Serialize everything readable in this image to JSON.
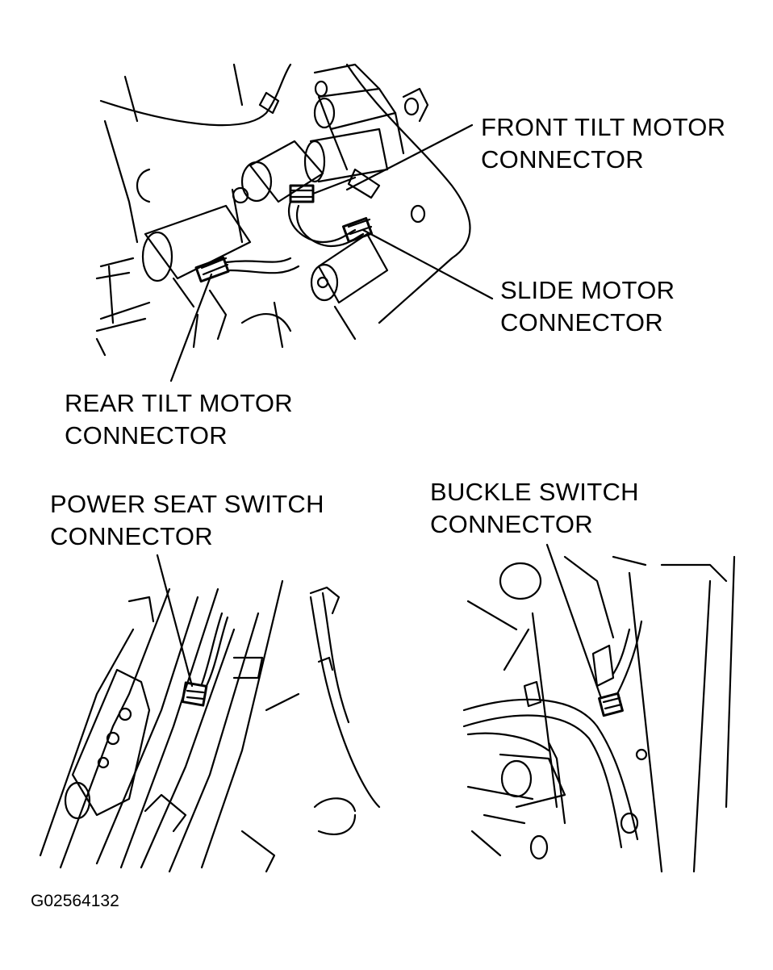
{
  "labels": {
    "front_tilt": {
      "line1": "FRONT TILT MOTOR",
      "line2": "CONNECTOR"
    },
    "slide": {
      "line1": "SLIDE MOTOR",
      "line2": "CONNECTOR"
    },
    "rear_tilt": {
      "line1": "REAR TILT MOTOR",
      "line2": "CONNECTOR"
    },
    "power_seat_switch": {
      "line1": "POWER SEAT SWITCH",
      "line2": "CONNECTOR"
    },
    "buckle_switch": {
      "line1": "BUCKLE SWITCH",
      "line2": "CONNECTOR"
    }
  },
  "figure_code": "G02564132"
}
